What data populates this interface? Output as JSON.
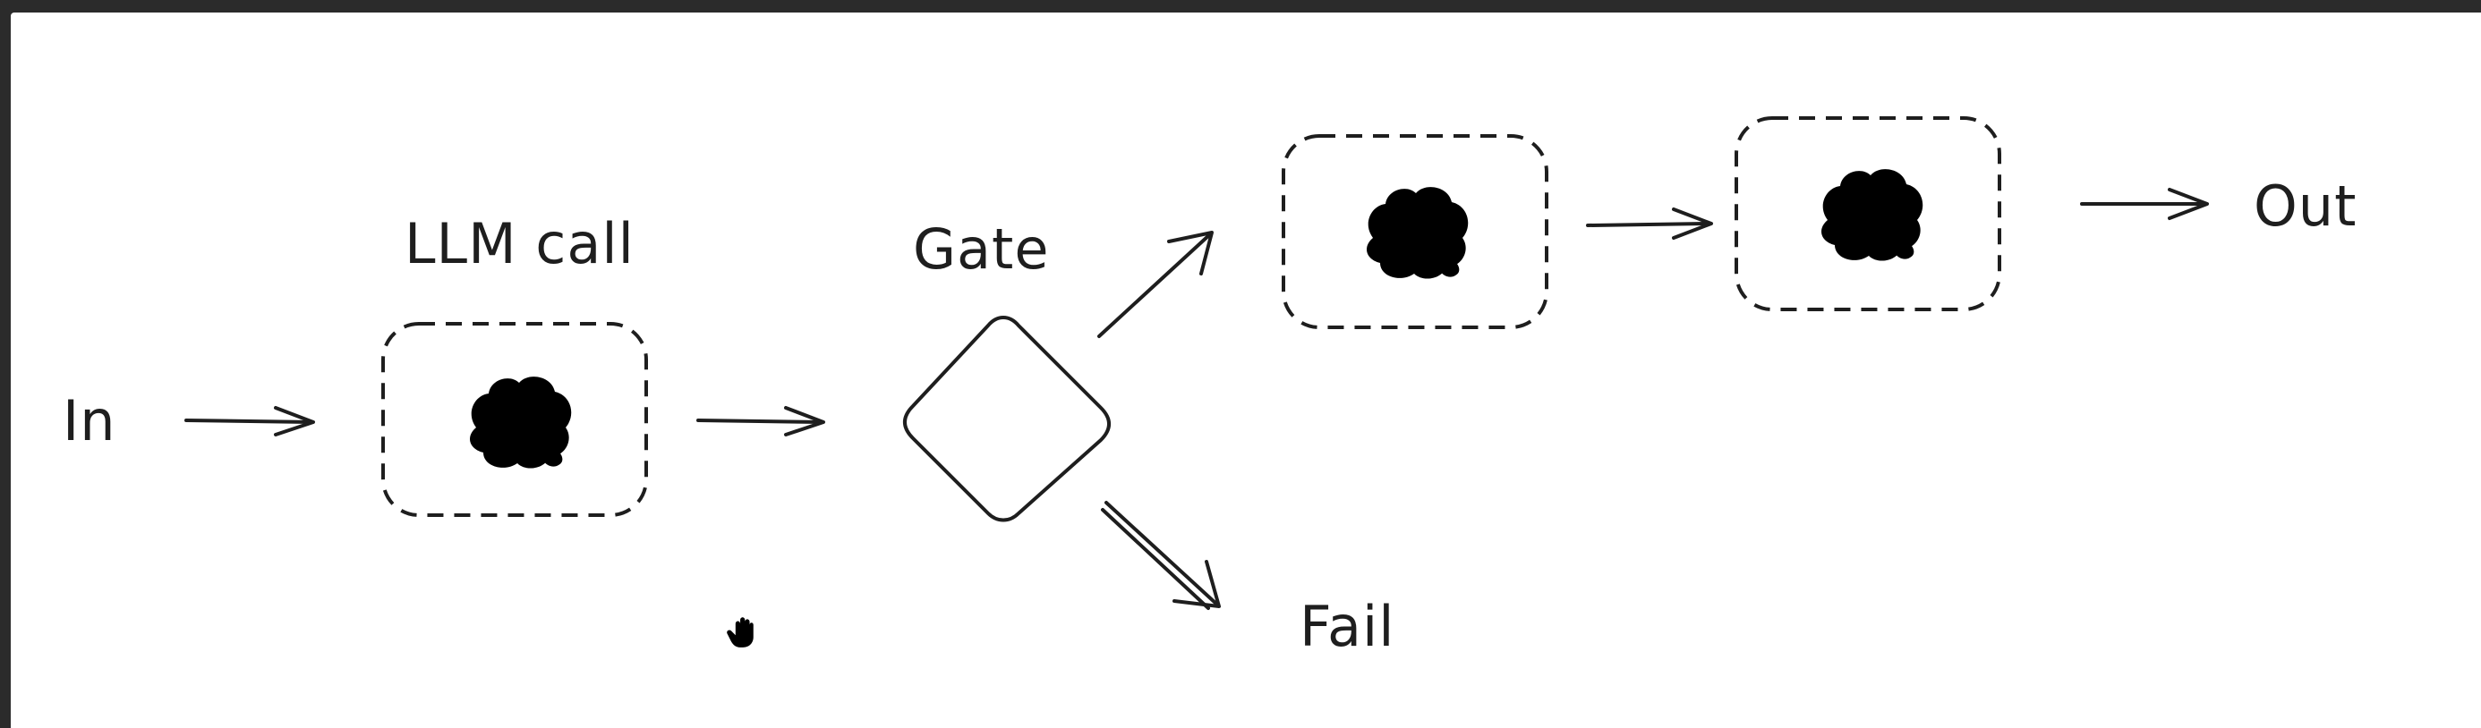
{
  "labels": {
    "input": "In",
    "llm_call": "LLM call",
    "gate": "Gate",
    "output": "Out",
    "fail": "Fail"
  },
  "icons": {
    "llm": "brain-icon",
    "cursor": "hand-grab-cursor"
  },
  "colors": {
    "canvas": "#ffffff",
    "stroke": "#1e1e1e",
    "frame": "#2b2b2b"
  }
}
